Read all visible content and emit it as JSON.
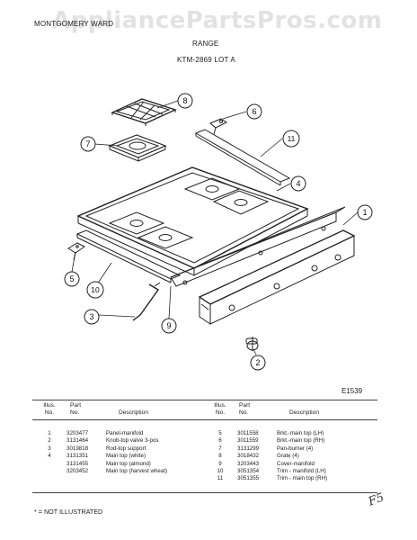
{
  "header": {
    "brand": "MONTGOMERY WARD",
    "product": "RANGE",
    "model": "KTM-2869 LOT A"
  },
  "watermark": "AppliancePartsPros.com",
  "diagram_code": "E1539",
  "callouts": [
    "1",
    "2",
    "3",
    "4",
    "5",
    "6",
    "7",
    "8",
    "9",
    "10",
    "11"
  ],
  "table": {
    "headers": {
      "illus": "Illus.\nNo.",
      "part": "Part\nNo.",
      "description": "Description"
    },
    "left": [
      {
        "illus": "1",
        "part": "3203477",
        "description": "Panel-manifold"
      },
      {
        "illus": "2",
        "part": "3131464",
        "description": "Knob-top valve 3-pos"
      },
      {
        "illus": "3",
        "part": "3019818",
        "description": "Rod-top support"
      },
      {
        "illus": "4",
        "part": "3131351",
        "description": "Main top (white)"
      },
      {
        "illus": "",
        "part": "3131455",
        "description": "Main top (almond)"
      },
      {
        "illus": "",
        "part": "3203452",
        "description": "Main top (harvest wheat)"
      }
    ],
    "right": [
      {
        "illus": "5",
        "part": "3011558",
        "description": "Brkt.-main top (LH)"
      },
      {
        "illus": "6",
        "part": "3011559",
        "description": "Brkt.-main top (RH)"
      },
      {
        "illus": "7",
        "part": "3131299",
        "description": "Pan-burner (4)"
      },
      {
        "illus": "8",
        "part": "3018432",
        "description": "Grate (4)"
      },
      {
        "illus": "9",
        "part": "3203443",
        "description": "Cover-manifold"
      },
      {
        "illus": "10",
        "part": "3051354",
        "description": "Trim - manifold (LH)"
      },
      {
        "illus": "11",
        "part": "3051355",
        "description": "Trim - main top (RH)"
      }
    ]
  },
  "footnote": "* = NOT ILLUSTRATED",
  "corner_mark": "F5"
}
